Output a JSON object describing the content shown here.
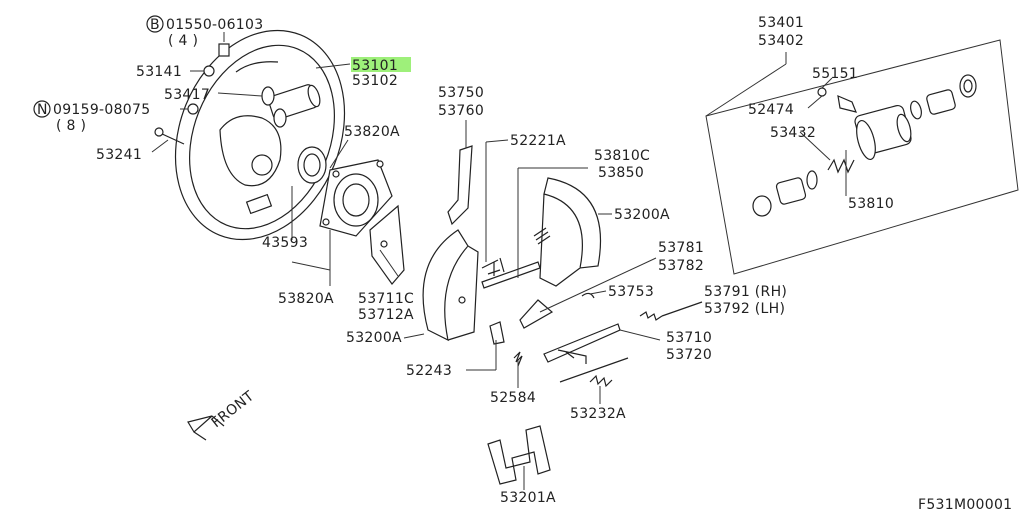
{
  "diagram": {
    "labels": {
      "l53401": "53401",
      "l53402": "53402",
      "l01550": "01550-06103",
      "l01550q": "( 4 )",
      "l53101": "53101",
      "l53102": "53102",
      "l53141": "53141",
      "l53417": "53417",
      "l09159": "09159-08075",
      "l09159q": "( 8 )",
      "l53241": "53241",
      "l53820a_top": "53820A",
      "l43593": "43593",
      "l53820a_bot": "53820A",
      "l53750": "53750",
      "l53760": "53760",
      "l52221a": "52221A",
      "l53810c": "53810C",
      "l53850": "53850",
      "l53200a_r": "53200A",
      "l53781": "53781",
      "l53782": "53782",
      "l53753": "53753",
      "l53791": "53791 (RH)",
      "l53792": "53792 (LH)",
      "l53710": "53710",
      "l53720": "53720",
      "l53711c": "53711C",
      "l53712a": "53712A",
      "l53200a_l": "53200A",
      "l52243": "52243",
      "l52584": "52584",
      "l53232a": "53232A",
      "l53201a": "53201A",
      "l55151": "55151",
      "l52474": "52474",
      "l53432": "53432",
      "l53810": "53810",
      "front": "FRONT",
      "fig_code": "F531M00001",
      "circ_b": "B",
      "circ_n": "N"
    },
    "highlight_color": "#9ef07a",
    "line_color": "#333333"
  }
}
